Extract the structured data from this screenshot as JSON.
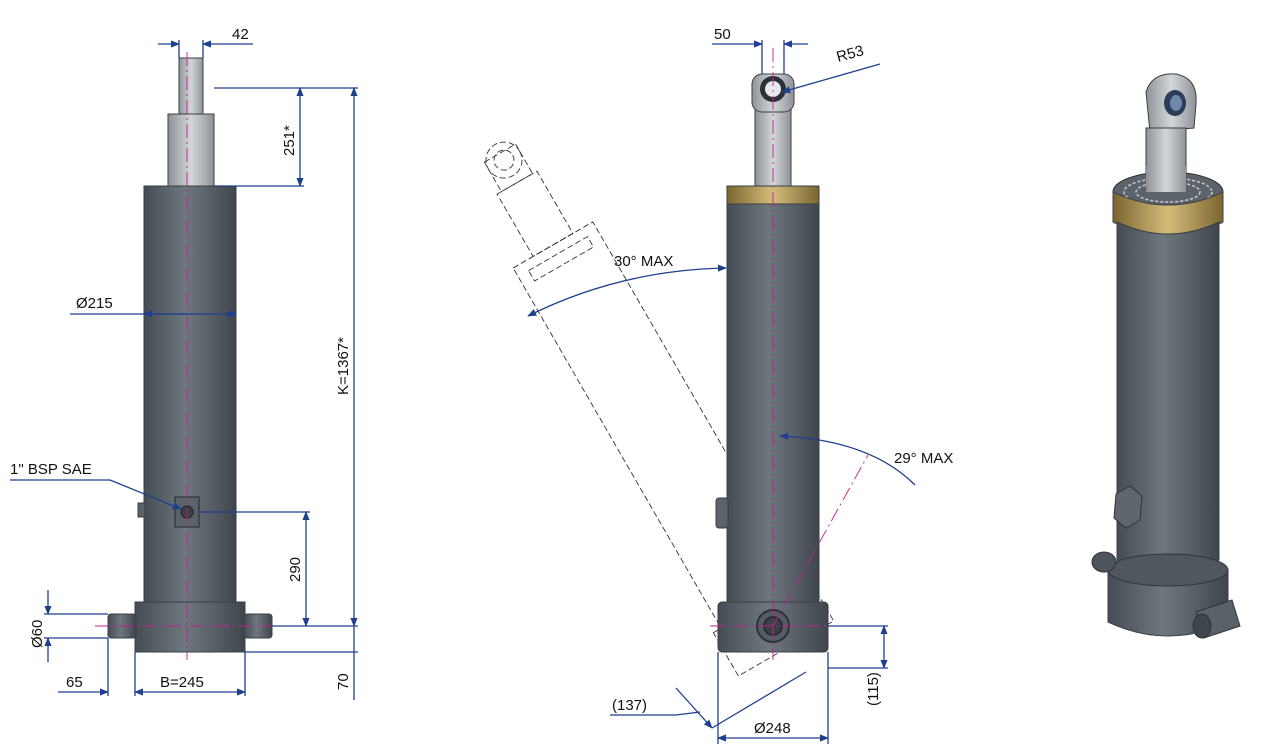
{
  "colors": {
    "body_dark": "#4a5159",
    "body_mid": "#6c737b",
    "body_light": "#8a9199",
    "rod_light": "#c8cbce",
    "rod_dark": "#9da1a5",
    "gold_band": "#b69a54",
    "dimension_blue": "#1f3f8f",
    "center_magenta": "#c0208f"
  },
  "labels": {
    "rod_width": "42",
    "stroke_top": "251*",
    "overall_length": "K=1367*",
    "body_diameter": "Ø215",
    "port": "1\" BSP SAE",
    "port_height": "290",
    "pin_diameter": "Ø60",
    "pin_offset": "65",
    "base_width": "B=245",
    "base_height": "70",
    "eye_width": "50",
    "eye_radius": "R53",
    "tilt_left": "30° MAX",
    "tilt_right": "29° MAX",
    "clearance": "(137)",
    "base_diameter": "Ø248",
    "base_offset": "(115)"
  }
}
